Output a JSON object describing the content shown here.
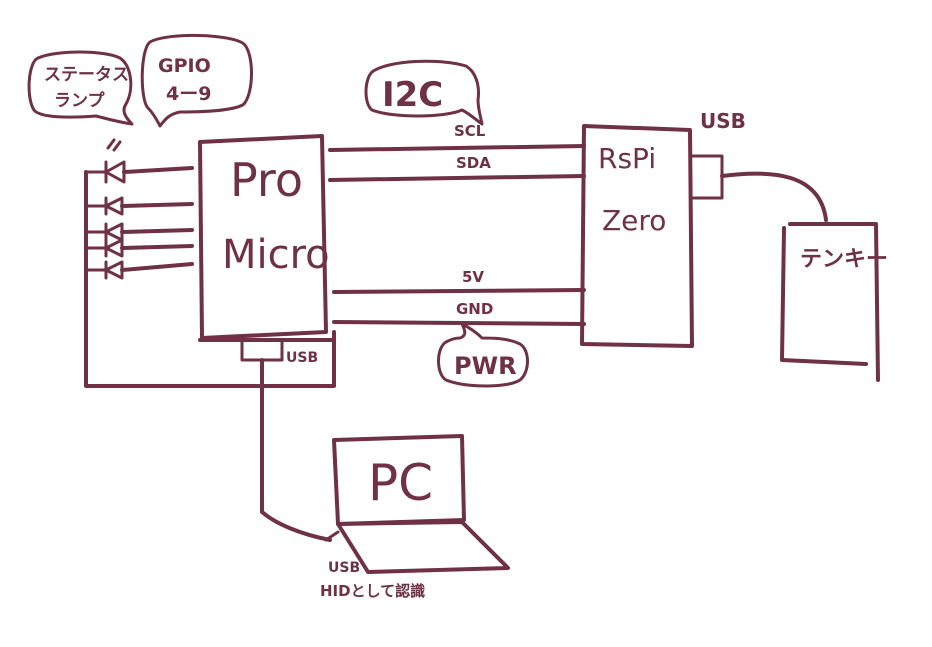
{
  "bubbles": {
    "status_line1": "ステータス",
    "status_line2": "ランプ",
    "gpio_line1": "GPIO",
    "gpio_line2": "4ー9",
    "i2c": "I2C",
    "pwr": "PWR"
  },
  "pro_micro": {
    "line1": "Pro",
    "line2": "Micro",
    "usb": "USB"
  },
  "rspi": {
    "line1": "RsPi",
    "line2": "Zero",
    "usb": "USB"
  },
  "wires": {
    "scl": "SCL",
    "sda": "SDA",
    "v5": "5V",
    "gnd": "GND"
  },
  "tenkey": {
    "label": "テンキー"
  },
  "pc": {
    "label": "PC",
    "usb": "USB",
    "note": "HIDとして認識"
  }
}
